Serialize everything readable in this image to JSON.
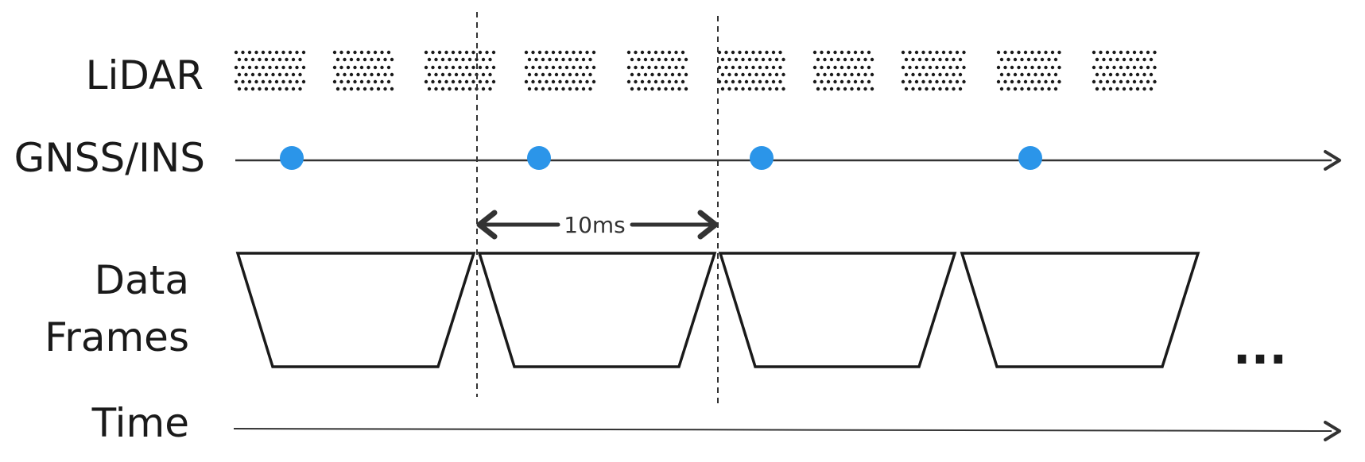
{
  "rows": {
    "lidar": {
      "label": "LiDAR",
      "packet_count": 10
    },
    "gnss": {
      "label": "GNSS/INS",
      "sample_count": 4
    },
    "frames": {
      "label_line1": "Data",
      "label_line2": "Frames",
      "frame_count": 4
    },
    "time": {
      "label": "Time"
    }
  },
  "interval": {
    "label": "10ms"
  },
  "ellipsis": "...",
  "colors": {
    "stroke": "#1a1a1a",
    "axis": "#333333",
    "gnss_marker": "#2b95e9",
    "dashed_marker": "#333333"
  },
  "icons": {
    "axis_arrow": "arrow-right-icon",
    "interval_arrow": "double-arrow-icon"
  }
}
